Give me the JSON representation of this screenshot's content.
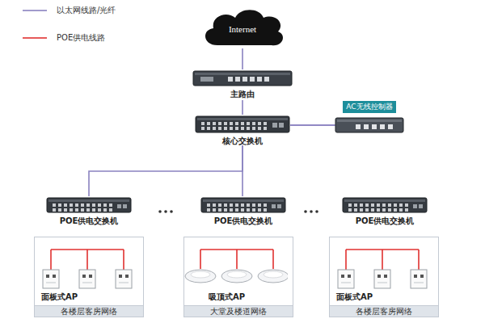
{
  "diagram": {
    "nodes": [
      {
        "text": [
          "Internet"
        ]
      },
      {
        "text": [
          "主路由"
        ]
      },
      {
        "text": [
          "核心交换机"
        ]
      },
      {
        "text": [
          "AC无线控制器"
        ]
      },
      {
        "text": [
          "POE供电交换机"
        ]
      },
      {
        "text": [
          "POE供电交换机"
        ]
      },
      {
        "text": [
          "POE供电交换机"
        ]
      },
      {
        "text": [
          "面板式AP",
          "各楼层客房网络"
        ]
      },
      {
        "text": [
          "吸顶式AP",
          "大堂及楼道网络"
        ]
      },
      {
        "text": [
          "面板式AP",
          "各楼层客房网络"
        ]
      }
    ],
    "edges": [
      {
        "from": 0,
        "to": 1,
        "arrow": "none"
      },
      {
        "from": 1,
        "to": 2,
        "arrow": "none"
      },
      {
        "from": 2,
        "to": 3,
        "arrow": "none"
      },
      {
        "from": 2,
        "to": 4,
        "arrow": "none"
      },
      {
        "from": 2,
        "to": 5,
        "arrow": "none"
      },
      {
        "from": 2,
        "to": 6,
        "arrow": "none"
      }
    ],
    "legend": [
      {
        "text": "以太网线路/光纤"
      },
      {
        "text": "POE供电线路"
      }
    ]
  }
}
